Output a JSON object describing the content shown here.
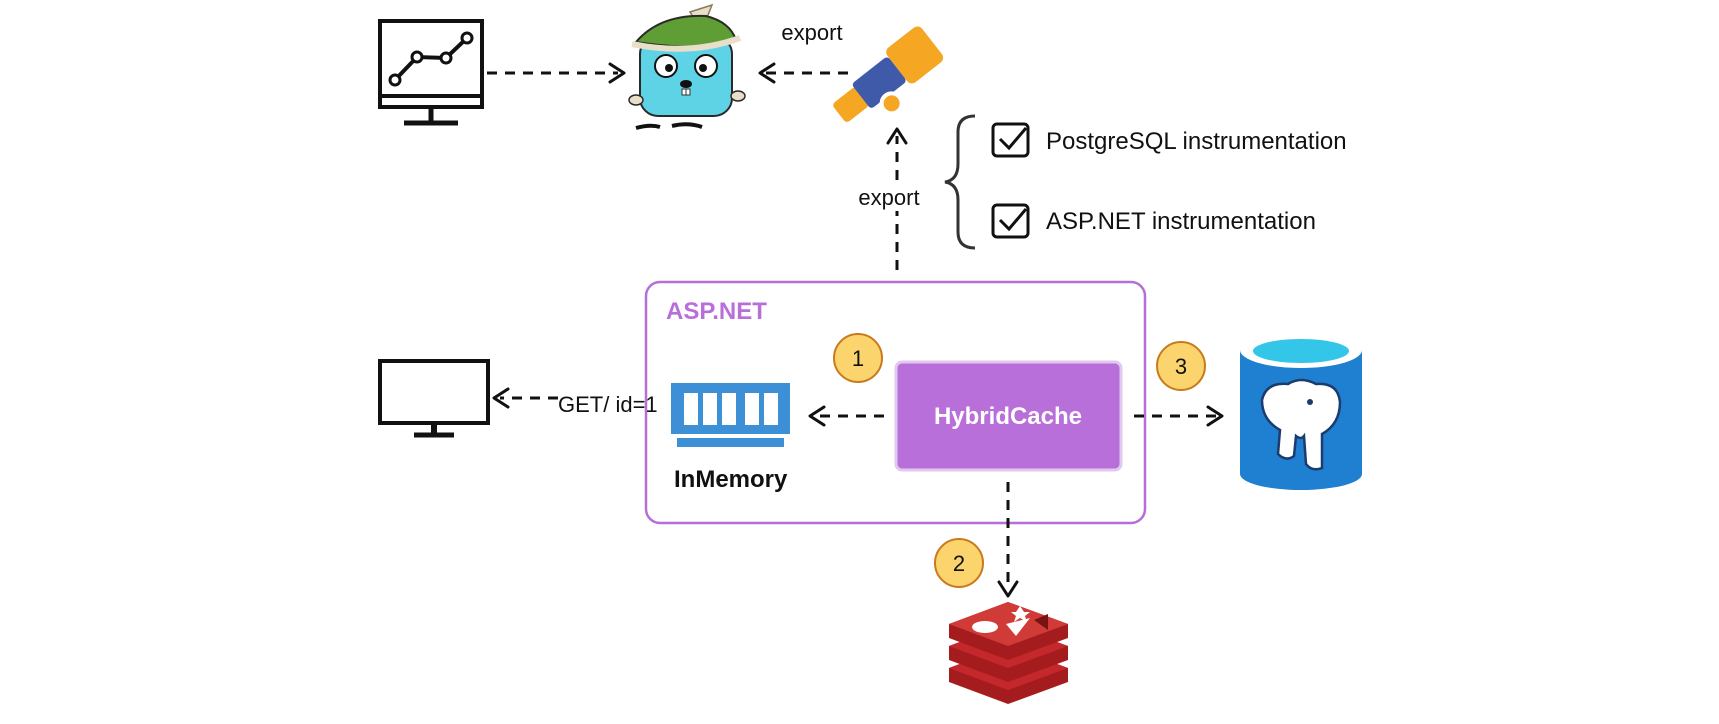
{
  "labels": {
    "export_top": "export",
    "export_mid": "export",
    "postgres_instr": "PostgreSQL instrumentation",
    "aspnet_instr": "ASP.NET instrumentation",
    "aspnet_box_title": "ASP.NET",
    "get_request": "GET/ id=1",
    "in_memory": "InMemory",
    "hybrid_cache": "HybridCache"
  },
  "steps": [
    "1",
    "2",
    "3"
  ],
  "colors": {
    "purple": "#b86fd9",
    "purple_border": "#b56fd8",
    "badge_fill": "#fbd46d",
    "badge_stroke": "#c97a1d",
    "ram_blue": "#3d8fd6",
    "db_blue": "#1f7fd0",
    "redis_red": "#c4282b",
    "telescope_orange": "#f5a623",
    "telescope_blue": "#3f5aa8",
    "gopher_cyan": "#5fd3e6"
  },
  "icons": [
    "monitor-chart-icon",
    "gopher-icon",
    "telescope-icon",
    "monitor-icon",
    "ram-icon",
    "postgresql-icon",
    "redis-icon",
    "checkbox-icon",
    "curly-brace-icon"
  ]
}
